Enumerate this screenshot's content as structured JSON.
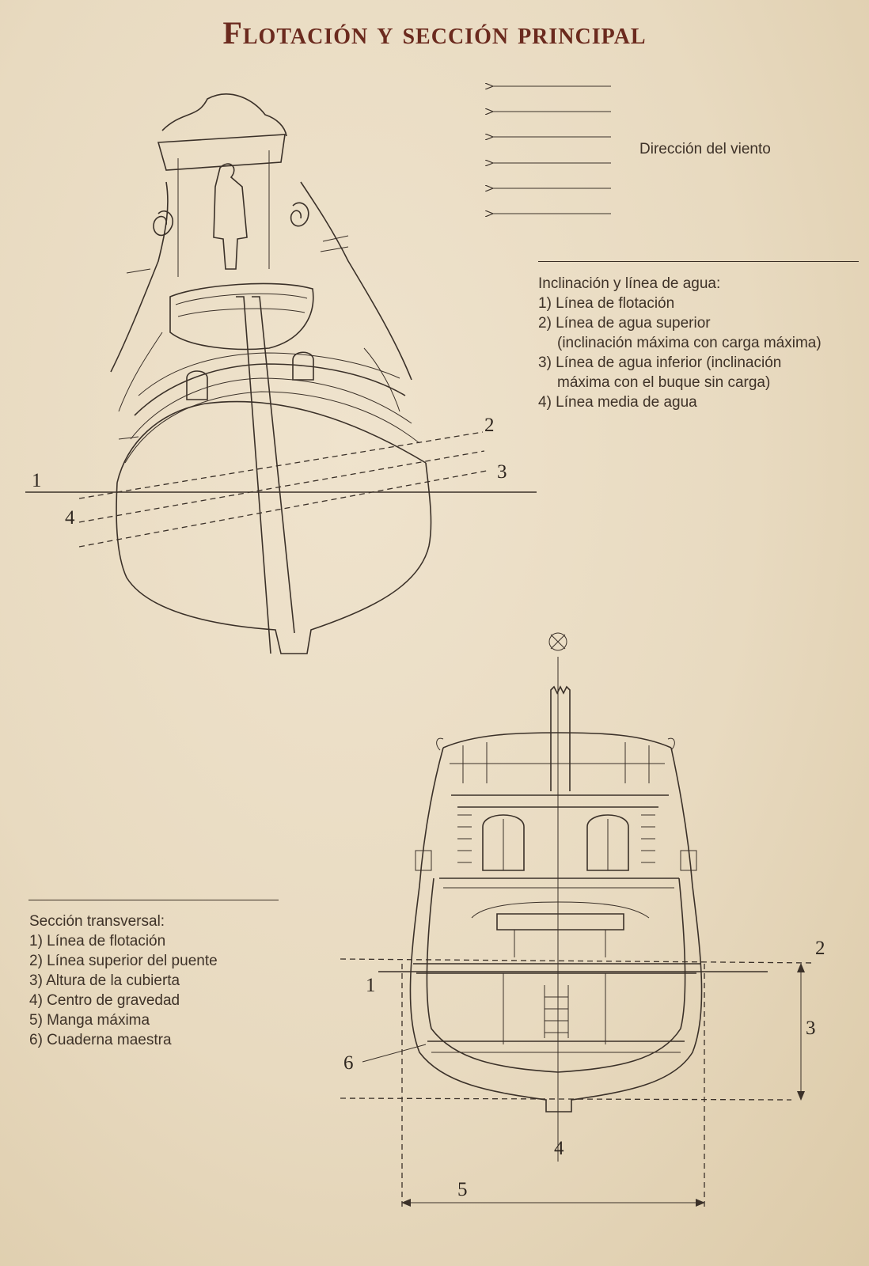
{
  "title": "Flotación y sección principal",
  "wind": {
    "label": "Dirección del viento",
    "arrow_count": 6
  },
  "inclination_legend": {
    "heading": "Inclinación y línea de agua:",
    "items": [
      "1) Línea de flotación",
      "2) Línea de agua superior",
      "(inclinación máxima con carga máxima)",
      "3) Línea de agua inferior (inclinación",
      "máxima con el buque sin carga)",
      "4) Línea media de agua"
    ]
  },
  "section_legend": {
    "heading": "Sección transversal:",
    "items": [
      "1) Línea de flotación",
      "2) Línea superior del puente",
      "3) Altura de la cubierta",
      "4) Centro de gravedad",
      "5) Manga máxima",
      "6) Cuaderna maestra"
    ]
  },
  "stern_labels": {
    "n1": "1",
    "n2": "2",
    "n3": "3",
    "n4": "4"
  },
  "section_labels": {
    "n1": "1",
    "n2": "2",
    "n3": "3",
    "n4": "4",
    "n5": "5",
    "n6": "6"
  }
}
